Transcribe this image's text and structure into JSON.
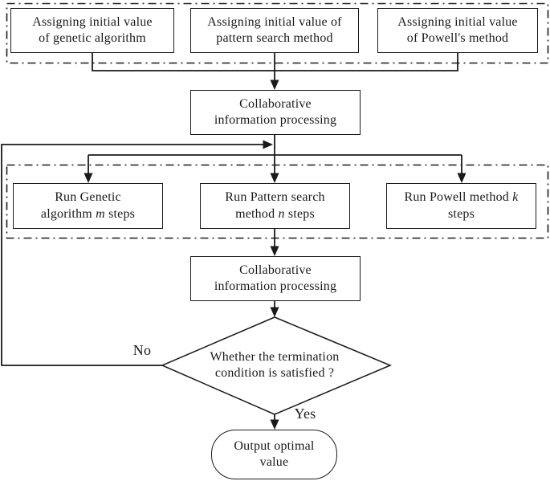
{
  "colors": {
    "line": "#1a1a1a",
    "fill": "#ffffff"
  },
  "init_row": {
    "boxes": [
      {
        "label": "Assigning initial value\nof genetic algorithm"
      },
      {
        "label": "Assigning initial value of\npattern search method"
      },
      {
        "label": "Assigning initial value\nof Powell's method"
      }
    ]
  },
  "collab1": {
    "label": "Collaborative\ninformation processing"
  },
  "run_row": {
    "boxes": [
      {
        "pre": "Run Genetic\nalgorithm ",
        "var": "m",
        "post": " steps"
      },
      {
        "pre": "Run Pattern search\nmethod ",
        "var": "n",
        "post": " steps"
      },
      {
        "pre": "Run Powell method ",
        "var": "k",
        "post": "\nsteps"
      }
    ]
  },
  "collab2": {
    "label": "Collaborative\ninformation processing"
  },
  "decision": {
    "label": "Whether the termination\ncondition is satisfied ?",
    "no_label": "No",
    "yes_label": "Yes"
  },
  "output": {
    "label": "Output optimal\nvalue"
  }
}
